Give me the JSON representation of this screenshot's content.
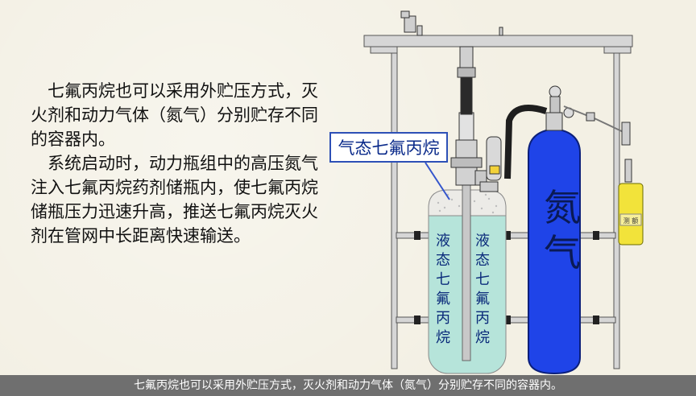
{
  "description": {
    "para1": "七氟丙烷也可以采用外贮压方式，灭火剂和动力气体（氮气）分别贮存不同的容器内。",
    "para2": "系统启动时，动力瓶组中的高压氮气注入七氟丙烷药剂储瓶内，使七氟丙烷储瓶压力迅速升高，推送七氟丙烷灭火剂在管网中长距离快速输送。"
  },
  "diagram": {
    "callout_label": "气态七氟丙烷",
    "liquid_left_label": "液态七氟丙烷",
    "liquid_right_label": "液态七氟丙烷",
    "nitrogen_label": "氮气",
    "small_tank_label": "测 额"
  },
  "caption": "七氟丙烷也可以采用外贮压方式，灭火剂和动力气体（氮气）分别贮存不同的容器内。",
  "colors": {
    "nitrogen_cylinder": "#1f44e8",
    "liquid": "#b6e4da",
    "gas_dots": "#e8e6e0",
    "frame": "#d7d7d7",
    "small_tank": "#f2e33a"
  }
}
